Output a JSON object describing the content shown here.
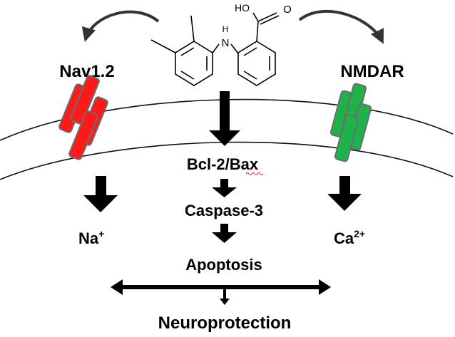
{
  "molecule": {
    "acid_label": "HO",
    "carbonyl_label": "O",
    "amine_label": "H",
    "nitrogen_label": "N"
  },
  "left_channel": {
    "name": "Nav1.2",
    "ion": "Na",
    "ion_charge": "+",
    "color": "#ff1a1a"
  },
  "right_channel": {
    "name": "NMDAR",
    "ion": "Ca",
    "ion_charge": "2+",
    "color": "#1db24a"
  },
  "pathway": {
    "step1": "Bcl-2/Bax",
    "step2": "Caspase-3",
    "step3": "Apoptosis",
    "outcome": "Neuroprotection"
  }
}
